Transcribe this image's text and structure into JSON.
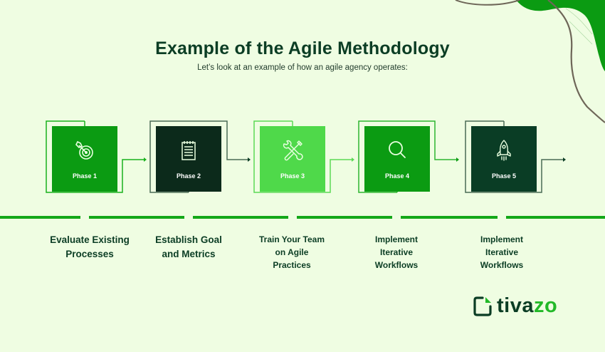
{
  "header": {
    "title": "Example of the Agile Methodology",
    "subtitle": "Let’s look at an example of how an agile agency operates:"
  },
  "colors": {
    "background": "#effde2",
    "dark_text": "#0b3d24",
    "timeline": "#13a818",
    "phase1": "#0b9b12",
    "phase2": "#0c2a1b",
    "phase3": "#4fd94a",
    "phase4": "#0b9b12",
    "phase5": "#0a3d25",
    "logo_accent": "#22b928"
  },
  "phases": [
    {
      "label": "Phase 1",
      "icon": "target-icon",
      "step": "Evaluate Existing Processes",
      "step_lines": [
        "Evaluate Existing",
        "Processes"
      ]
    },
    {
      "label": "Phase 2",
      "icon": "notepad-icon",
      "step": "Establish Goal and Metrics",
      "step_lines": [
        "Establish Goal",
        "and Metrics"
      ]
    },
    {
      "label": "Phase 3",
      "icon": "tools-icon",
      "step": "Train Your Team on Agile Practices",
      "step_lines": [
        "Train Your Team",
        "on Agile",
        "Practices"
      ]
    },
    {
      "label": "Phase 4",
      "icon": "search-icon",
      "step": "Implement Iterative Workflows",
      "step_lines": [
        "Implement",
        "Iterative",
        "Workflows"
      ]
    },
    {
      "label": "Phase 5",
      "icon": "rocket-icon",
      "step": "Implement Iterative Workflows",
      "step_lines": [
        "Implement",
        "Iterative",
        "Workflows"
      ]
    }
  ],
  "logo": {
    "text_part1": "tiva",
    "text_part2": "zo"
  }
}
